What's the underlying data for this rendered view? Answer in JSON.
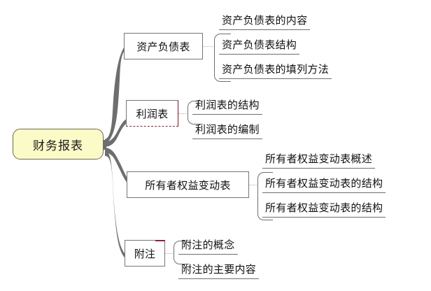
{
  "diagram": {
    "type": "mind-map",
    "title": "财务报表",
    "orientation": "left-to-right",
    "colors": {
      "root_fill": "#fbfbc8",
      "root_border": "#6c6c54",
      "node_border": "#767676",
      "branch_curve": "#6e6e6e",
      "accent_red": "#8c2630",
      "connector_dot": "#9fb4c4",
      "text": "#111111",
      "background": "#ffffff"
    }
  },
  "root": {
    "label": "财务报表"
  },
  "branches": [
    {
      "id": "balance-sheet",
      "label": "资产负债表",
      "accent": "none",
      "leaves": [
        {
          "label": "资产负债表的内容"
        },
        {
          "label": "资产负债表结构"
        },
        {
          "label": "资产负债表的填列方法"
        }
      ]
    },
    {
      "id": "income-statement",
      "label": "利润表",
      "accent": "red-edge",
      "leaves": [
        {
          "label": "利润表的结构"
        },
        {
          "label": "利润表的编制"
        }
      ]
    },
    {
      "id": "owners-equity",
      "label": "所有者权益变动表",
      "accent": "none",
      "leaves": [
        {
          "label": "所有者权益变动表概述"
        },
        {
          "label": "所有者权益变动表的结构"
        },
        {
          "label": "所有者权益变动表的结构"
        }
      ]
    },
    {
      "id": "notes",
      "label": "附注",
      "accent": "red-nick",
      "leaves": [
        {
          "label": "附注的概念"
        },
        {
          "label": "附注的主要内容"
        }
      ]
    }
  ]
}
